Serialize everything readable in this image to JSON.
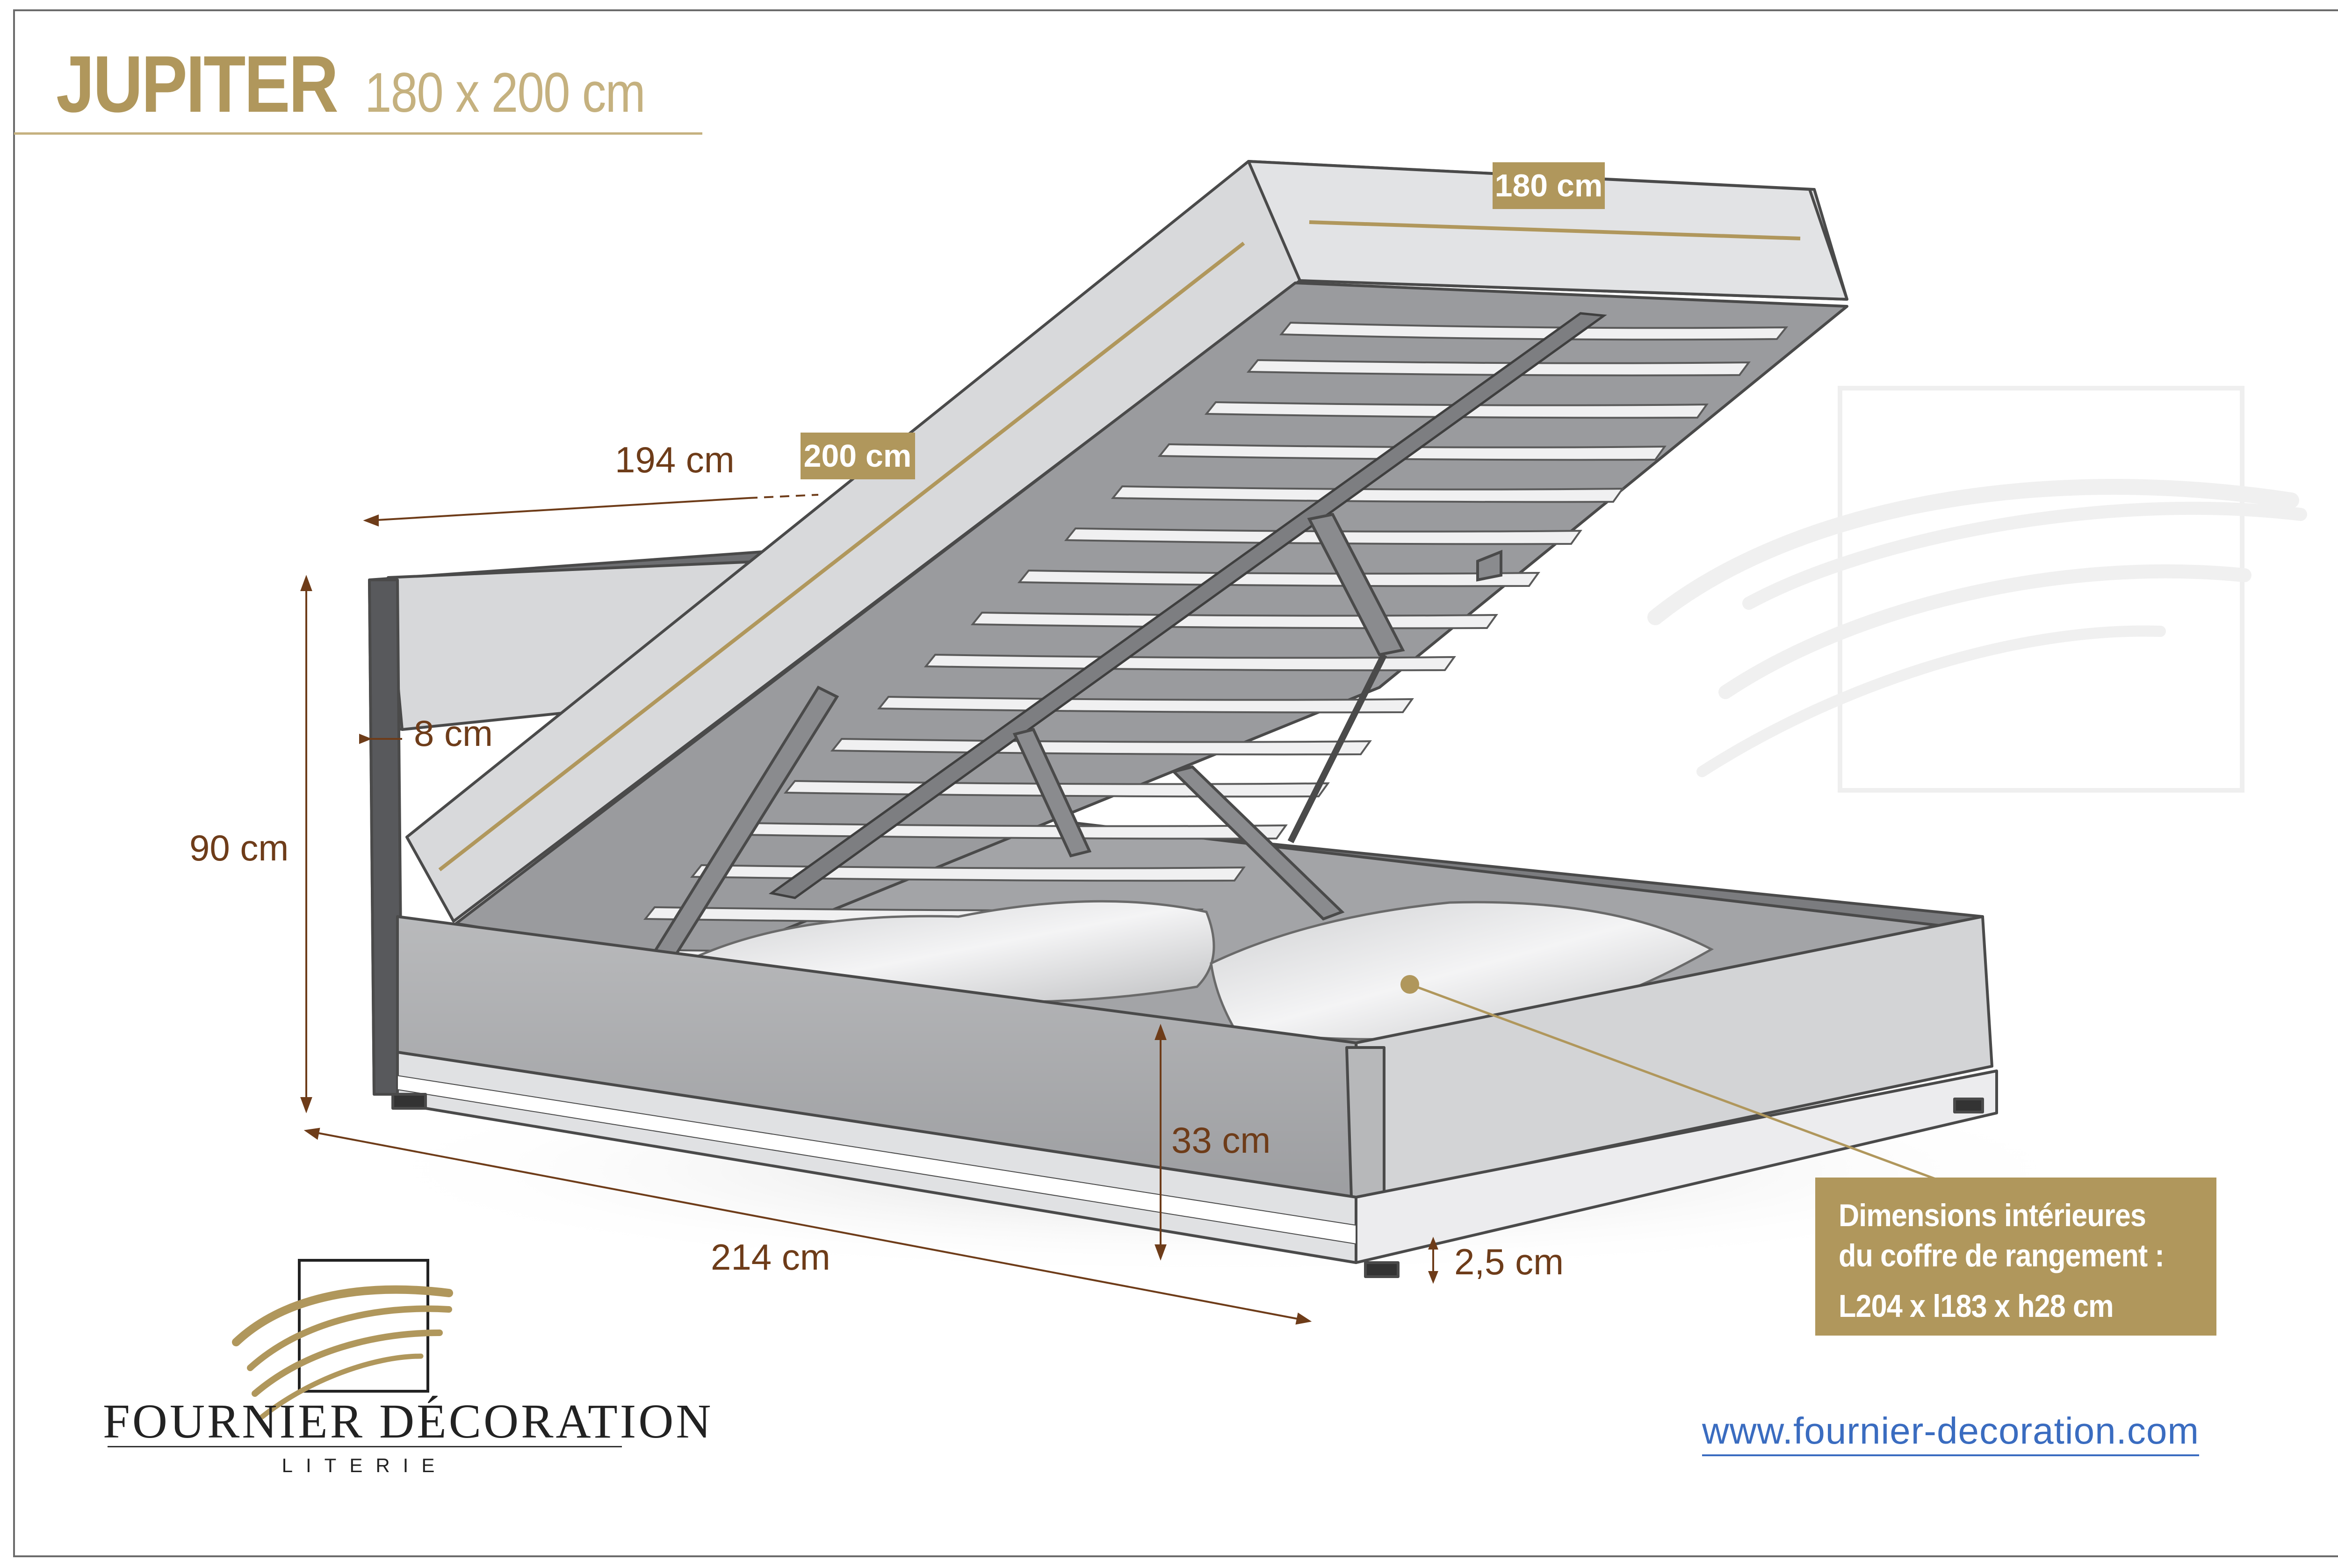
{
  "title": {
    "name": "JUPITER",
    "size": "180 x 200 cm"
  },
  "dimensions": {
    "lid_width": "180 cm",
    "lid_length": "200 cm",
    "total_width": "194 cm",
    "headboard_height": "90 cm",
    "headboard_thickness": "8 cm",
    "total_length": "214 cm",
    "side_height": "33 cm",
    "foot_height": "2,5 cm"
  },
  "storage_info": {
    "line1": "Dimensions intérieures",
    "line2": "du coffre de rangement :",
    "line3": "L204 x l183 x h28 cm"
  },
  "logo": {
    "name": "FOURNIER DÉCORATION",
    "subtitle": "LITERIE"
  },
  "website": "www.fournier-decoration.com",
  "colors": {
    "gold": "#b0975c",
    "dimension_brown": "#6e3c19",
    "frame_gray": "#5a5a5a",
    "fabric_gray": "#c9cacc",
    "link_blue": "#3a6cc0"
  }
}
